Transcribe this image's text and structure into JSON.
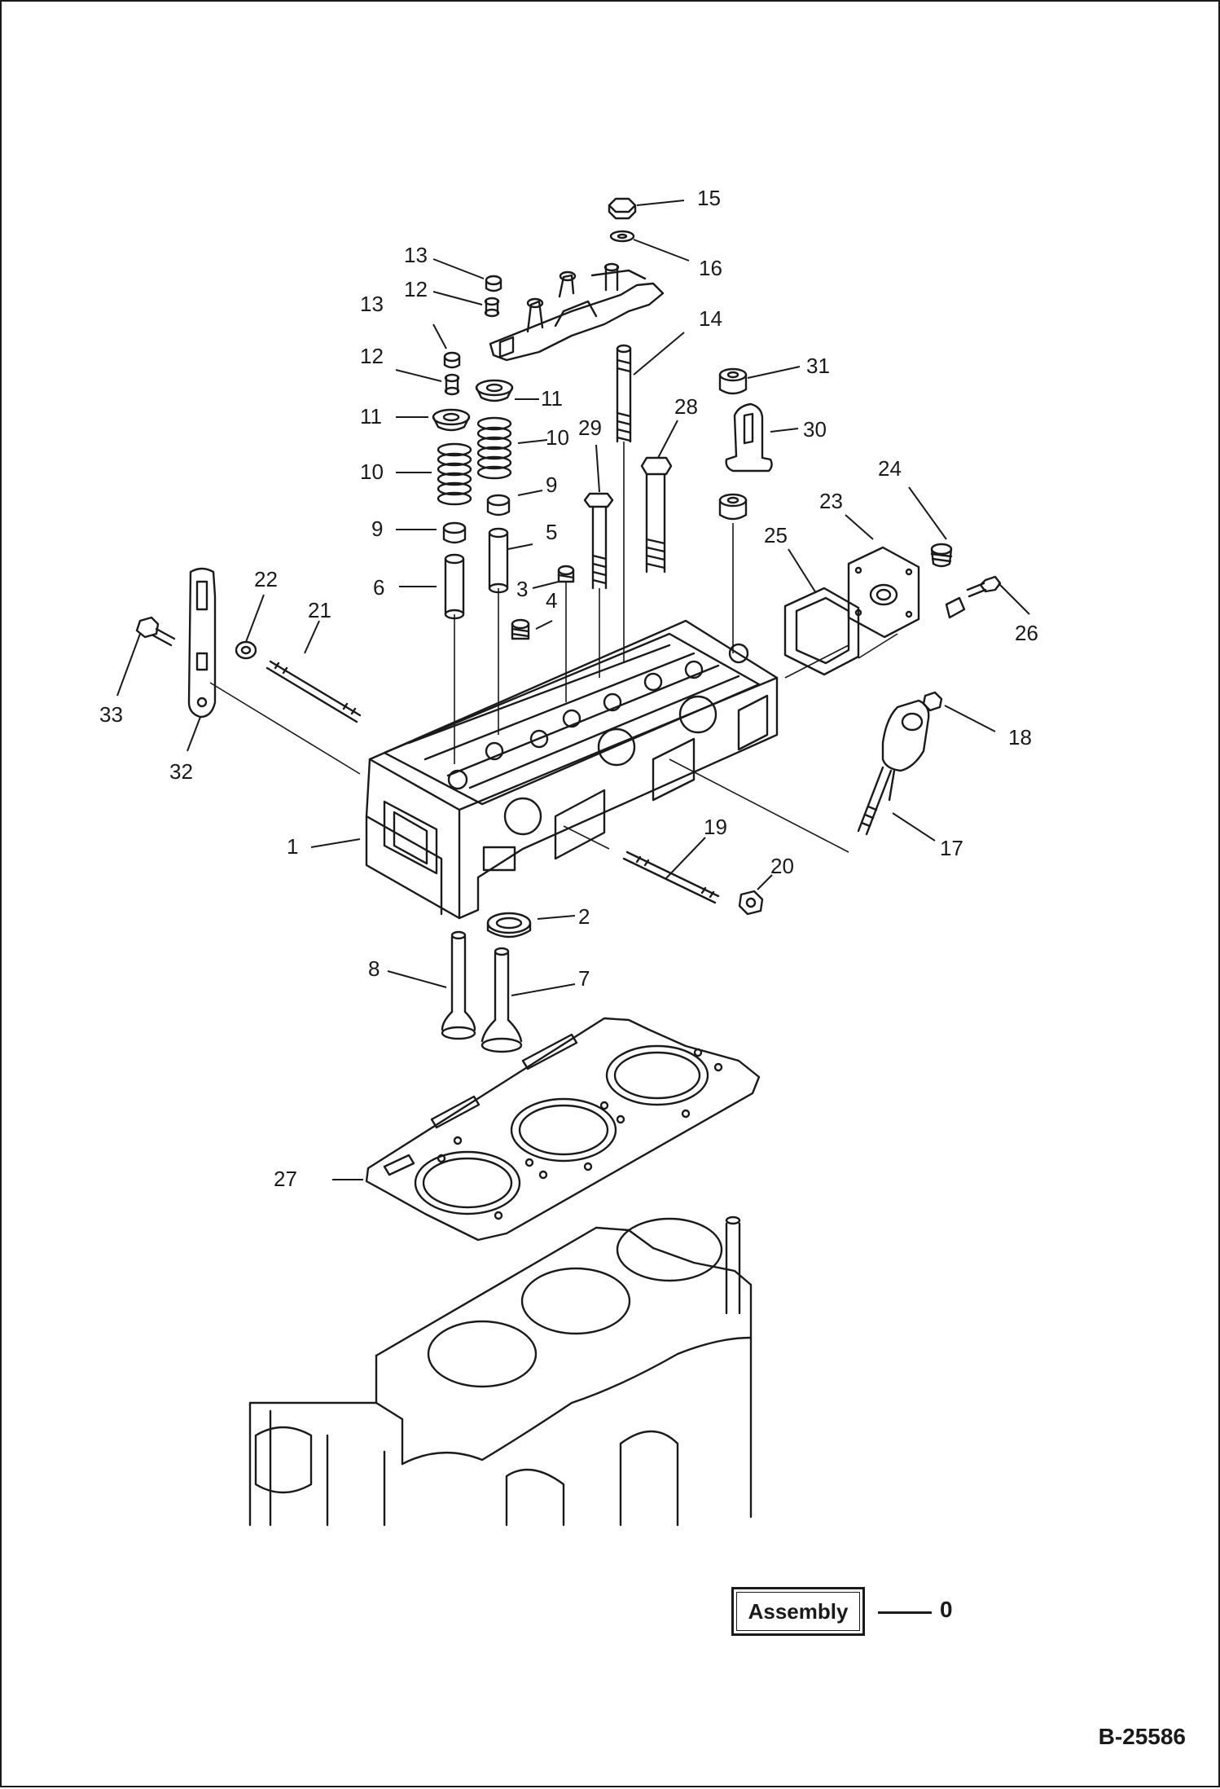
{
  "callouts": [
    {
      "id": "1",
      "label": "1"
    },
    {
      "id": "2",
      "label": "2"
    },
    {
      "id": "3",
      "label": "3"
    },
    {
      "id": "4",
      "label": "4"
    },
    {
      "id": "5",
      "label": "5"
    },
    {
      "id": "6",
      "label": "6"
    },
    {
      "id": "7",
      "label": "7"
    },
    {
      "id": "8",
      "label": "8"
    },
    {
      "id": "9a",
      "label": "9"
    },
    {
      "id": "9b",
      "label": "9"
    },
    {
      "id": "10a",
      "label": "10"
    },
    {
      "id": "10b",
      "label": "10"
    },
    {
      "id": "11a",
      "label": "11"
    },
    {
      "id": "11b",
      "label": "11"
    },
    {
      "id": "12a",
      "label": "12"
    },
    {
      "id": "12b",
      "label": "12"
    },
    {
      "id": "13a",
      "label": "13"
    },
    {
      "id": "13b",
      "label": "13"
    },
    {
      "id": "14",
      "label": "14"
    },
    {
      "id": "15",
      "label": "15"
    },
    {
      "id": "16",
      "label": "16"
    },
    {
      "id": "17",
      "label": "17"
    },
    {
      "id": "18",
      "label": "18"
    },
    {
      "id": "19",
      "label": "19"
    },
    {
      "id": "20",
      "label": "20"
    },
    {
      "id": "21",
      "label": "21"
    },
    {
      "id": "22",
      "label": "22"
    },
    {
      "id": "23",
      "label": "23"
    },
    {
      "id": "24",
      "label": "24"
    },
    {
      "id": "25",
      "label": "25"
    },
    {
      "id": "26",
      "label": "26"
    },
    {
      "id": "27",
      "label": "27"
    },
    {
      "id": "28",
      "label": "28"
    },
    {
      "id": "29",
      "label": "29"
    },
    {
      "id": "30",
      "label": "30"
    },
    {
      "id": "31",
      "label": "31"
    },
    {
      "id": "32",
      "label": "32"
    },
    {
      "id": "33",
      "label": "33"
    }
  ],
  "legend": {
    "label": "Assembly",
    "value": "0"
  },
  "drawing_number": "B-25586"
}
